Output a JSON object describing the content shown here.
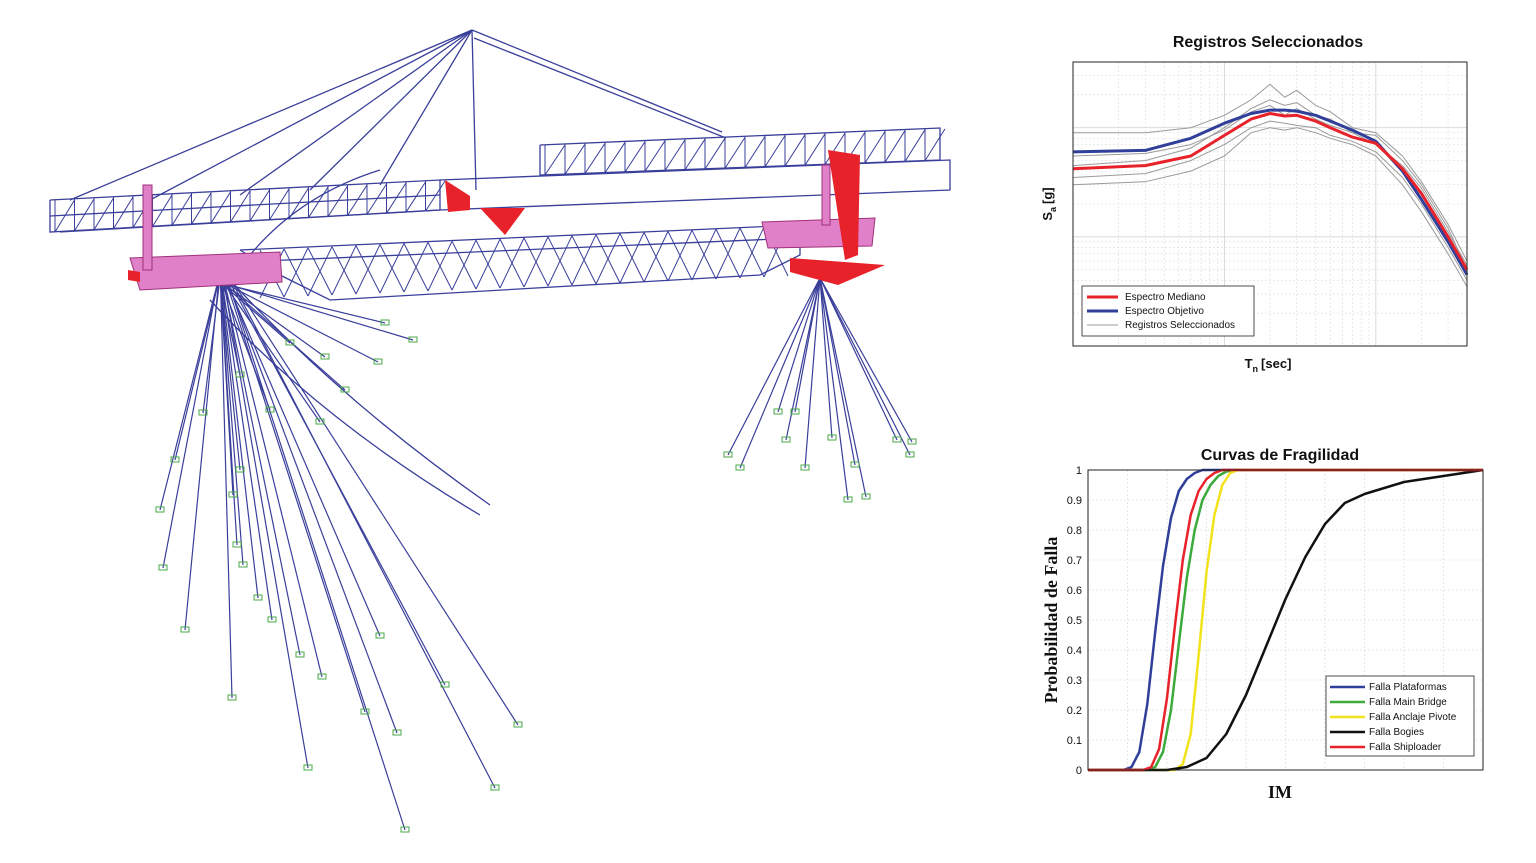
{
  "colors": {
    "frame_blue": "#3a3f9a",
    "platform_pink": "#e080c8",
    "steel_red": "#e8222a",
    "support_green": "#4aa84a",
    "grid_gray": "#d0d0d0"
  },
  "chart_data": [
    {
      "type": "line",
      "title": "Registros Seleccionados",
      "xlabel_main": "T",
      "xlabel_sub": "n",
      "xlabel_unit": "[sec]",
      "ylabel_main": "S",
      "ylabel_sub": "a",
      "ylabel_unit": "[g]",
      "xscale": "log",
      "yscale": "log",
      "xlim": [
        0.01,
        4
      ],
      "ylim": [
        0.01,
        4
      ],
      "grid": true,
      "legend_position": "bottom-left",
      "legend": [
        "Espectro Mediano",
        "Espectro Objetivo",
        "Registros Seleccionados"
      ],
      "series": [
        {
          "name": "Espectro Mediano",
          "color": "#e8222a",
          "x": [
            0.01,
            0.03,
            0.06,
            0.1,
            0.15,
            0.2,
            0.25,
            0.3,
            0.4,
            0.5,
            0.7,
            1.0,
            1.5,
            2.0,
            3.0,
            4.0
          ],
          "y": [
            0.42,
            0.45,
            0.55,
            0.85,
            1.2,
            1.35,
            1.28,
            1.3,
            1.15,
            1.0,
            0.82,
            0.72,
            0.42,
            0.25,
            0.1,
            0.05
          ]
        },
        {
          "name": "Espectro Objetivo",
          "color": "#2f3f9a",
          "x": [
            0.01,
            0.03,
            0.06,
            0.1,
            0.15,
            0.2,
            0.25,
            0.3,
            0.4,
            0.5,
            0.7,
            1.0,
            1.5,
            2.0,
            3.0,
            4.0
          ],
          "y": [
            0.6,
            0.62,
            0.8,
            1.1,
            1.35,
            1.45,
            1.45,
            1.42,
            1.3,
            1.15,
            0.95,
            0.75,
            0.4,
            0.22,
            0.09,
            0.045
          ]
        },
        {
          "name": "Registros Seleccionados",
          "color": "#9a9a9a",
          "x": [
            0.01,
            0.03,
            0.06,
            0.1,
            0.15,
            0.2,
            0.25,
            0.3,
            0.4,
            0.5,
            0.7,
            1.0,
            1.5,
            2.0,
            3.0,
            4.0
          ],
          "y": [
            0.3,
            0.32,
            0.4,
            0.55,
            0.9,
            1.0,
            0.95,
            1.0,
            0.9,
            0.8,
            0.7,
            0.55,
            0.3,
            0.17,
            0.07,
            0.035
          ]
        },
        {
          "name": "Registros Seleccionados",
          "color": "#9a9a9a",
          "x": [
            0.01,
            0.03,
            0.06,
            0.1,
            0.15,
            0.2,
            0.25,
            0.3,
            0.4,
            0.5,
            0.7,
            1.0,
            1.5,
            2.0,
            3.0,
            4.0
          ],
          "y": [
            0.9,
            0.9,
            1.0,
            1.3,
            1.8,
            2.5,
            1.9,
            2.2,
            1.6,
            1.4,
            1.0,
            0.9,
            0.55,
            0.32,
            0.13,
            0.06
          ]
        },
        {
          "name": "Registros Seleccionados",
          "color": "#9a9a9a",
          "x": [
            0.01,
            0.03,
            0.06,
            0.1,
            0.15,
            0.2,
            0.25,
            0.3,
            0.4,
            0.5,
            0.7,
            1.0,
            1.5,
            2.0,
            3.0,
            4.0
          ],
          "y": [
            0.45,
            0.5,
            0.65,
            1.0,
            1.5,
            1.8,
            1.6,
            1.7,
            1.3,
            1.2,
            0.9,
            0.85,
            0.5,
            0.3,
            0.12,
            0.05
          ]
        },
        {
          "name": "Registros Seleccionados",
          "color": "#9a9a9a",
          "x": [
            0.01,
            0.03,
            0.06,
            0.1,
            0.15,
            0.2,
            0.25,
            0.3,
            0.4,
            0.5,
            0.7,
            1.0,
            1.5,
            2.0,
            3.0,
            4.0
          ],
          "y": [
            0.35,
            0.38,
            0.5,
            0.7,
            1.0,
            1.15,
            1.1,
            1.05,
            1.0,
            0.85,
            0.75,
            0.6,
            0.35,
            0.2,
            0.08,
            0.04
          ]
        },
        {
          "name": "Registros Seleccionados",
          "color": "#9a9a9a",
          "x": [
            0.01,
            0.03,
            0.06,
            0.1,
            0.15,
            0.2,
            0.25,
            0.3,
            0.4,
            0.5,
            0.7,
            1.0,
            1.5,
            2.0,
            3.0,
            4.0
          ],
          "y": [
            0.55,
            0.58,
            0.7,
            0.95,
            1.4,
            1.6,
            1.3,
            1.5,
            1.2,
            1.05,
            0.9,
            0.7,
            0.45,
            0.28,
            0.11,
            0.055
          ]
        }
      ]
    },
    {
      "type": "line",
      "title": "Curvas de Fragilidad",
      "xlabel": "IM",
      "ylabel": "Probabilidad de Falla",
      "xlim": [
        0,
        1
      ],
      "ylim": [
        0,
        1
      ],
      "yticks": [
        "0",
        "0.1",
        "0.2",
        "0.3",
        "0.4",
        "0.5",
        "0.6",
        "0.7",
        "0.8",
        "0.9",
        "1"
      ],
      "grid": true,
      "legend_position": "bottom-right",
      "legend": [
        "Falla Plataformas",
        "Falla Main Bridge",
        "Falla Anclaje Pivote",
        "Falla Bogies",
        "Falla Shiploader"
      ],
      "series": [
        {
          "name": "Falla Plataformas",
          "color": "#2f3f9a",
          "x": [
            0.0,
            0.09,
            0.11,
            0.13,
            0.15,
            0.17,
            0.19,
            0.21,
            0.23,
            0.25,
            0.27,
            0.29,
            0.31,
            1.0
          ],
          "y": [
            0.0,
            0.0,
            0.01,
            0.06,
            0.22,
            0.46,
            0.68,
            0.84,
            0.93,
            0.97,
            0.99,
            1.0,
            1.0,
            1.0
          ]
        },
        {
          "name": "Falla Main Bridge",
          "color": "#3daa3d",
          "x": [
            0.0,
            0.15,
            0.17,
            0.19,
            0.21,
            0.23,
            0.25,
            0.27,
            0.29,
            0.31,
            0.33,
            0.35,
            0.37,
            1.0
          ],
          "y": [
            0.0,
            0.0,
            0.01,
            0.06,
            0.2,
            0.42,
            0.64,
            0.8,
            0.9,
            0.95,
            0.98,
            0.995,
            1.0,
            1.0
          ]
        },
        {
          "name": "Falla Anclaje Pivote",
          "color": "#f2e21a",
          "x": [
            0.0,
            0.22,
            0.24,
            0.26,
            0.28,
            0.3,
            0.32,
            0.34,
            0.36,
            0.38,
            0.4,
            1.0
          ],
          "y": [
            0.0,
            0.0,
            0.02,
            0.12,
            0.38,
            0.66,
            0.85,
            0.95,
            0.99,
            1.0,
            1.0,
            1.0
          ]
        },
        {
          "name": "Falla Bogies",
          "color": "#111111",
          "x": [
            0.0,
            0.2,
            0.25,
            0.3,
            0.35,
            0.4,
            0.45,
            0.5,
            0.55,
            0.6,
            0.65,
            0.7,
            0.75,
            0.8,
            1.0
          ],
          "y": [
            0.0,
            0.0,
            0.01,
            0.04,
            0.12,
            0.25,
            0.41,
            0.57,
            0.71,
            0.82,
            0.89,
            0.92,
            0.94,
            0.96,
            1.0
          ]
        },
        {
          "name": "Falla Shiploader",
          "color": "#e8222a",
          "x": [
            0.0,
            0.14,
            0.16,
            0.18,
            0.2,
            0.22,
            0.24,
            0.26,
            0.28,
            0.3,
            0.32,
            0.34,
            0.36,
            1.0
          ],
          "y": [
            0.0,
            0.0,
            0.01,
            0.07,
            0.24,
            0.48,
            0.7,
            0.85,
            0.93,
            0.97,
            0.99,
            1.0,
            1.0,
            1.0
          ]
        }
      ]
    }
  ]
}
